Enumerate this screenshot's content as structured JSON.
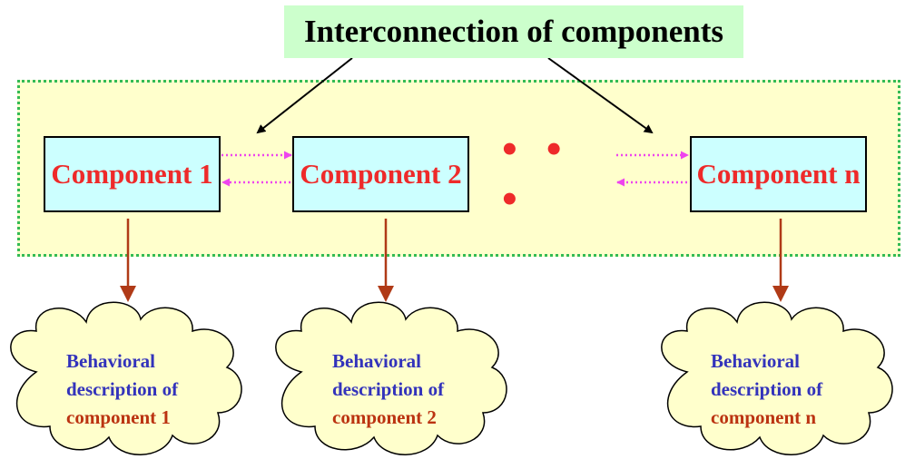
{
  "diagram": {
    "title": "Interconnection of components",
    "components": [
      {
        "label": "Component 1"
      },
      {
        "label": "Component 2"
      },
      {
        "label": "Component n"
      }
    ],
    "ellipsis": "• • •",
    "clouds": [
      {
        "line1": "Behavioral",
        "line2": "description of",
        "line3": "component 1"
      },
      {
        "line1": "Behavioral",
        "line2": "description of",
        "line3": "component 2"
      },
      {
        "line1": "Behavioral",
        "line2": "description of",
        "line3": "component n"
      }
    ],
    "colors": {
      "title_bg": "#ccffcc",
      "system_bg": "#ffffcc",
      "system_border": "#33bb55",
      "component_bg": "#ccffff",
      "component_text": "#ee2a2a",
      "interconnect_arrow": "#ee44ee",
      "behavior_arrow": "#b03a17",
      "cloud_bg": "#ffffcc",
      "cloud_text_blue": "#3333bb",
      "cloud_text_red": "#bb3311"
    }
  }
}
